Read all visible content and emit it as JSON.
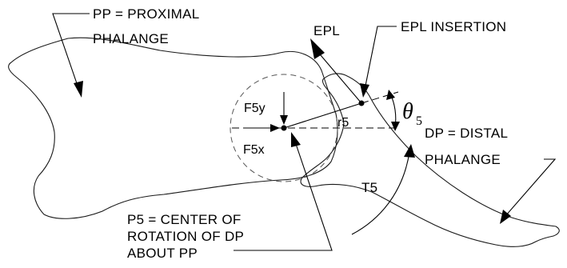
{
  "diagram": {
    "labels": {
      "pp": "PP = PROXIMAL",
      "pp2": "PHALANGE",
      "epl": "EPL",
      "epl_insertion": "EPL INSERTION",
      "dp": "DP = DISTAL",
      "dp2": "PHALANGE",
      "f5y": "F5y",
      "f5x": "F5x",
      "r5": "r5",
      "t5": "T5",
      "theta": "θ",
      "theta_sub": "5",
      "p5_line1": "P5 = CENTER OF",
      "p5_line2": "ROTATION OF DP",
      "p5_line3": "ABOUT PP"
    }
  }
}
